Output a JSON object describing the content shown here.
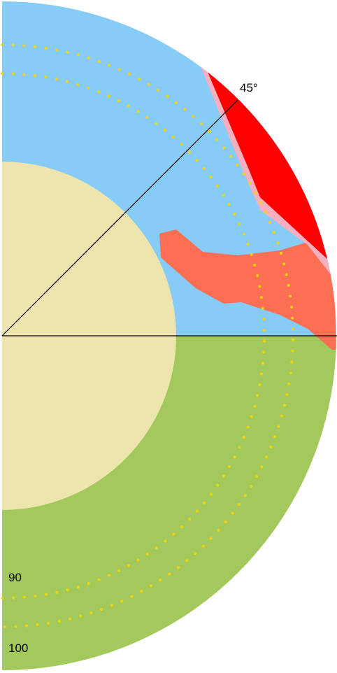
{
  "labels": {
    "angle": "45°",
    "dotted_circle_inner": "90",
    "dotted_circle_outer": "100"
  },
  "colors": {
    "background": "#ffffff",
    "outer_band_upper": "#87cbf7",
    "outer_band_lower": "#a3c95c",
    "inner_disc": "#ede5ad",
    "salmon_region": "#fd6f53",
    "red_region": "#ff0000",
    "pink_region": "#f8b0c0",
    "dotted_circles": "#f3d40b",
    "lines": "#000000",
    "label_text": "#000000"
  }
}
